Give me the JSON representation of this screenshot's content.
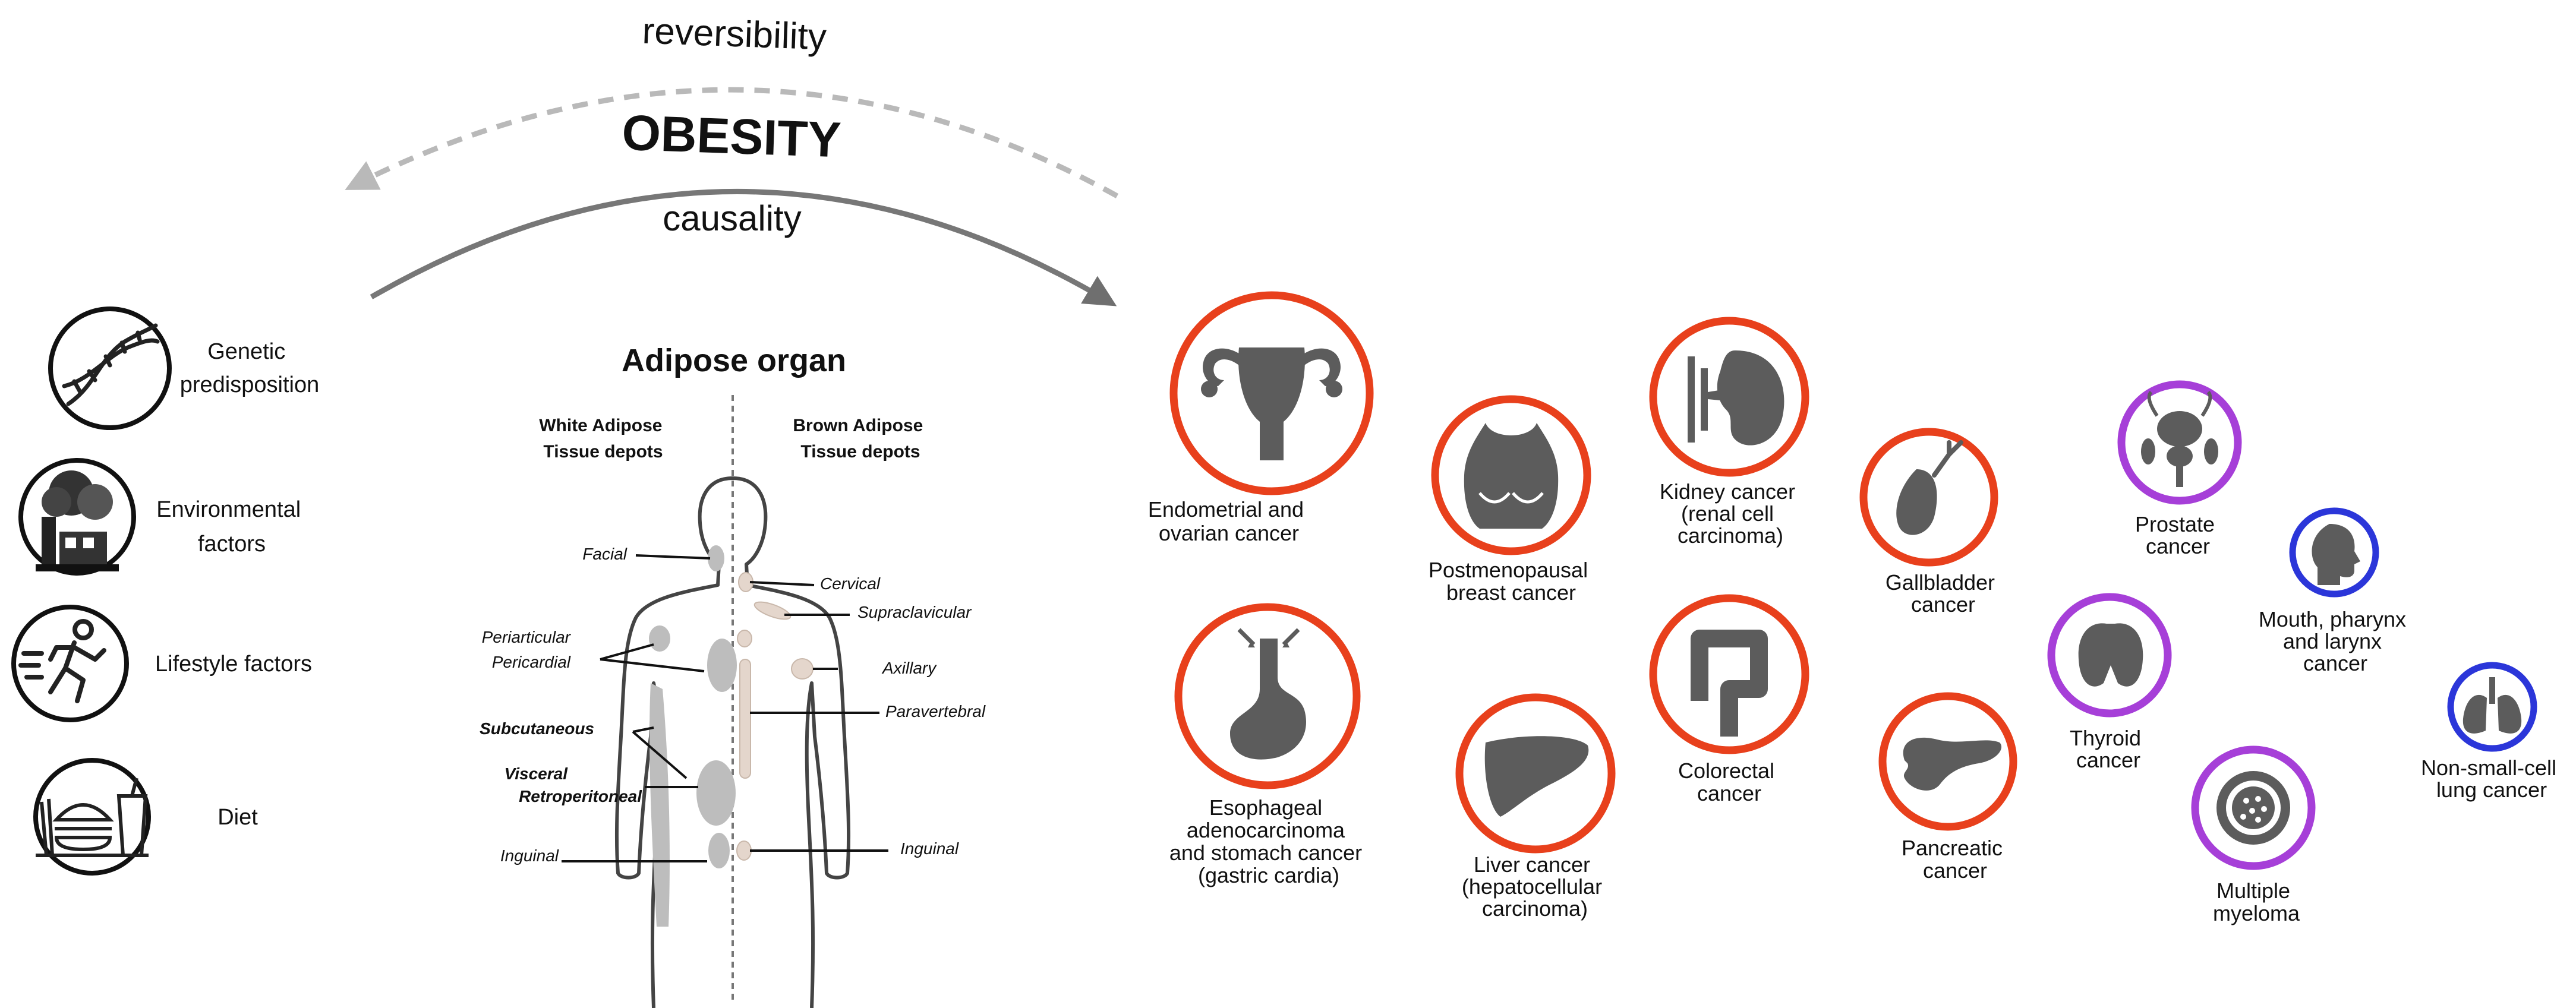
{
  "header": {
    "reversibility": "reversibility",
    "obesity": "OBESITY",
    "causality": "causality"
  },
  "risk_factors": [
    {
      "icon": "dna-icon",
      "label_lines": [
        "Genetic",
        "predisposition"
      ]
    },
    {
      "icon": "factory-icon",
      "label_lines": [
        "Environmental",
        "factors"
      ]
    },
    {
      "icon": "runner-icon",
      "label_lines": [
        "Lifestyle factors"
      ]
    },
    {
      "icon": "fast-food-icon",
      "label_lines": [
        "Diet"
      ]
    }
  ],
  "adipose": {
    "title": "Adipose organ",
    "white_heading": [
      "White Adipose",
      "Tissue depots"
    ],
    "brown_heading": [
      "Brown Adipose",
      "Tissue depots"
    ],
    "left_labels": {
      "facial": "Facial",
      "periarticular": "Periarticular",
      "pericardial": "Pericardial",
      "subcutaneous": "Subcutaneous",
      "visceral": "Visceral",
      "retroperitoneal": "Retroperitoneal",
      "inguinal": "Inguinal"
    },
    "right_labels": {
      "cervical": "Cervical",
      "supraclavicular": "Supraclavicular",
      "axillary": "Axillary",
      "paravertebral": "Paravertebral",
      "inguinal": "Inguinal"
    }
  },
  "colors": {
    "red": "#e8401c",
    "purple": "#a63fd8",
    "blue": "#2b36d9",
    "icon_gray": "#5c5c5c",
    "arrow_gray": "#8a8a8a"
  },
  "cancers": [
    {
      "icon": "uterus-icon",
      "color": "red",
      "label_lines": [
        "Endometrial and",
        "ovarian cancer"
      ]
    },
    {
      "icon": "stomach-icon",
      "color": "red",
      "label_lines": [
        "Esophageal",
        "adenocarcinoma",
        "and stomach cancer",
        "(gastric cardia)"
      ]
    },
    {
      "icon": "breast-icon",
      "color": "red",
      "label_lines": [
        "Postmenopausal",
        "breast cancer"
      ]
    },
    {
      "icon": "liver-icon",
      "color": "red",
      "label_lines": [
        "Liver cancer",
        "(hepatocellular",
        "carcinoma)"
      ]
    },
    {
      "icon": "kidney-icon",
      "color": "red",
      "label_lines": [
        "Kidney cancer",
        "(renal cell",
        "carcinoma)"
      ]
    },
    {
      "icon": "colon-icon",
      "color": "red",
      "label_lines": [
        "Colorectal",
        "cancer"
      ]
    },
    {
      "icon": "gallbladder-icon",
      "color": "red",
      "label_lines": [
        "Gallbladder",
        "cancer"
      ]
    },
    {
      "icon": "pancreas-icon",
      "color": "red",
      "label_lines": [
        "Pancreatic",
        "cancer"
      ]
    },
    {
      "icon": "prostate-icon",
      "color": "purple",
      "label_lines": [
        "Prostate",
        "cancer"
      ]
    },
    {
      "icon": "thyroid-icon",
      "color": "purple",
      "label_lines": [
        "Thyroid",
        "cancer"
      ]
    },
    {
      "icon": "myeloma-cell-icon",
      "color": "purple",
      "label_lines": [
        "Multiple",
        "myeloma"
      ]
    },
    {
      "icon": "head-throat-icon",
      "color": "blue",
      "label_lines": [
        "Mouth, pharynx",
        "and larynx",
        "cancer"
      ]
    },
    {
      "icon": "lungs-icon",
      "color": "blue",
      "label_lines": [
        "Non-small-cell",
        "lung cancer"
      ]
    }
  ]
}
